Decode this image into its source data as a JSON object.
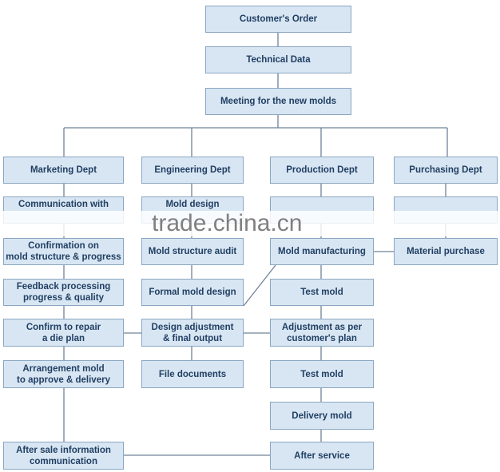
{
  "top": [
    "Customer's Order",
    "Technical Data",
    "Meeting for the new molds"
  ],
  "depts": [
    "Marketing Dept",
    "Engineering Dept",
    "Production Dept",
    "Purchasing Dept"
  ],
  "marketing": [
    "Communication with",
    "Confirmation on\nmold structure & progress",
    "Feedback processing\nprogress & quality",
    "Confirm to repair\na die plan",
    "Arrangement mold\nto approve & delivery",
    "After sale information\ncommunication"
  ],
  "engineering": [
    "Mold design",
    "Mold structure audit",
    "Formal mold design",
    "Design adjustment\n& final output",
    "File documents"
  ],
  "production": [
    "Mold manufacturing",
    "Test mold",
    "Adjustment as per\ncustomer's plan",
    "Test mold",
    "Delivery mold",
    "After service"
  ],
  "purchasing": [
    "Material purchase"
  ],
  "watermark": "trade.china.cn",
  "colors": {
    "box_fill": "#d8e6f3",
    "box_border": "#8aa6c1",
    "text": "#213f63",
    "line": "#6f8399"
  }
}
